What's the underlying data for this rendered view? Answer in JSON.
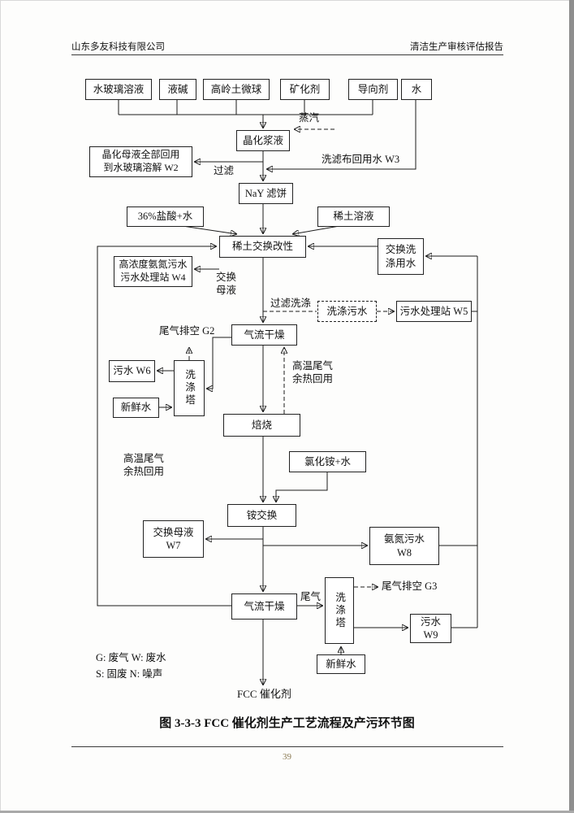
{
  "page": {
    "header": {
      "company": "山东多友科技有限公司",
      "report_title": "清洁生产审核评估报告"
    },
    "caption": "图 3-3-3  FCC 催化剂生产工艺流程及产污环节图",
    "legend": {
      "line1": "G: 废气  W: 废水",
      "line2": "S: 固废  N: 噪声"
    },
    "footer": {
      "page_number": "39"
    }
  },
  "flowchart": {
    "boxes": {
      "water_glass": {
        "label": "水玻璃溶液"
      },
      "caustic": {
        "label": "液碱"
      },
      "kaolin": {
        "label": "高岭土微球"
      },
      "mineralizer": {
        "label": "矿化剂"
      },
      "directing_agent": {
        "label": "导向剂"
      },
      "water": {
        "label": "水"
      },
      "crystal_slurry": {
        "label": "晶化浆液"
      },
      "mother_liquor_reuse": {
        "line1": "晶化母液全部回用",
        "line2": "到水玻璃溶解 W2"
      },
      "nay_cake": {
        "label": "NaY 滤饼"
      },
      "hcl_water": {
        "label": "36%盐酸+水"
      },
      "re_solution": {
        "label": "稀土溶液"
      },
      "re_exchange": {
        "label": "稀土交换改性"
      },
      "exchange_wash_water": {
        "line1": "交换洗",
        "line2": "涤用水"
      },
      "w4_station": {
        "line1": "高浓度氨氮污水",
        "line2": "污水处理站 W4"
      },
      "wash_sewage": {
        "label": "洗涤污水"
      },
      "w5_station": {
        "label": "污水处理站 W5"
      },
      "airflow_dry_1": {
        "label": "气流干燥"
      },
      "scrubber_1": {
        "label": "洗涤塔"
      },
      "w6_sewage": {
        "label": "污水 W6"
      },
      "fresh_water_1": {
        "label": "新鲜水"
      },
      "roasting": {
        "label": "焙烧"
      },
      "nh4cl_water": {
        "label": "氯化铵+水"
      },
      "nh4_exchange": {
        "label": "铵交换"
      },
      "w7_liquor": {
        "line1": "交换母液",
        "line2": "W7"
      },
      "w8_sewage": {
        "line1": "氨氮污水",
        "line2": "W8"
      },
      "airflow_dry_2": {
        "label": "气流干燥"
      },
      "scrubber_2": {
        "label": "洗涤塔"
      },
      "w9_sewage": {
        "line1": "污水",
        "line2": "W9"
      },
      "fresh_water_2": {
        "label": "新鲜水"
      }
    },
    "labels": {
      "steam": "蒸汽",
      "w3_reuse": "洗滤布回用水 W3",
      "filter": "过滤",
      "exchange_liquor": {
        "line1": "交换",
        "line2": "母液"
      },
      "filter_wash": "过滤洗涤",
      "g2_vent": "尾气排空 G2",
      "heat_reuse_mid": {
        "line1": "高温尾气",
        "line2": "余热回用"
      },
      "heat_reuse_left": {
        "line1": "高温尾气",
        "line2": "余热回用"
      },
      "tail_gas": "尾气",
      "g3_vent": "尾气排空 G3",
      "product": "FCC 催化剂"
    }
  }
}
